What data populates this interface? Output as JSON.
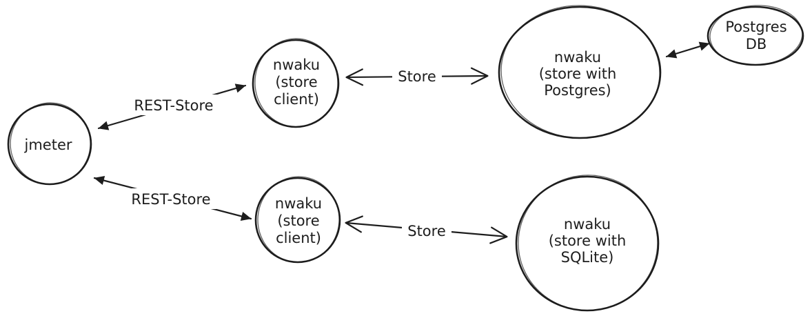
{
  "diagram": {
    "background_color": "#ffffff",
    "ink_color": "#1d1d1d",
    "style": "hand-drawn sketch",
    "nodes": {
      "jmeter": {
        "label": "jmeter",
        "shape": "circle"
      },
      "store_client_top": {
        "lines": [
          "nwaku",
          "(store",
          "client)"
        ],
        "shape": "circle"
      },
      "store_postgres": {
        "lines": [
          "nwaku",
          "(store with",
          "Postgres)"
        ],
        "shape": "ellipse"
      },
      "postgres_db": {
        "lines": [
          "Postgres",
          "DB"
        ],
        "shape": "ellipse"
      },
      "store_client_bottom": {
        "lines": [
          "nwaku",
          "(store",
          "client)"
        ],
        "shape": "circle"
      },
      "store_sqlite": {
        "lines": [
          "nwaku",
          "(store with",
          "SQLite)"
        ],
        "shape": "circle"
      }
    },
    "edges": {
      "rest_store_top": {
        "label": "REST-Store",
        "from": "jmeter",
        "to": "store_client_top",
        "direction": "bidirectional",
        "head_style": "filled"
      },
      "rest_store_bottom": {
        "label": "REST-Store",
        "from": "jmeter",
        "to": "store_client_bottom",
        "direction": "bidirectional",
        "head_style": "filled"
      },
      "store_top": {
        "label": "Store",
        "from": "store_client_top",
        "to": "store_postgres",
        "direction": "bidirectional",
        "head_style": "open"
      },
      "store_bottom": {
        "label": "Store",
        "from": "store_client_bottom",
        "to": "store_sqlite",
        "direction": "bidirectional",
        "head_style": "open"
      },
      "postgres_link": {
        "label": "",
        "from": "store_postgres",
        "to": "postgres_db",
        "direction": "bidirectional",
        "head_style": "filled"
      }
    }
  }
}
